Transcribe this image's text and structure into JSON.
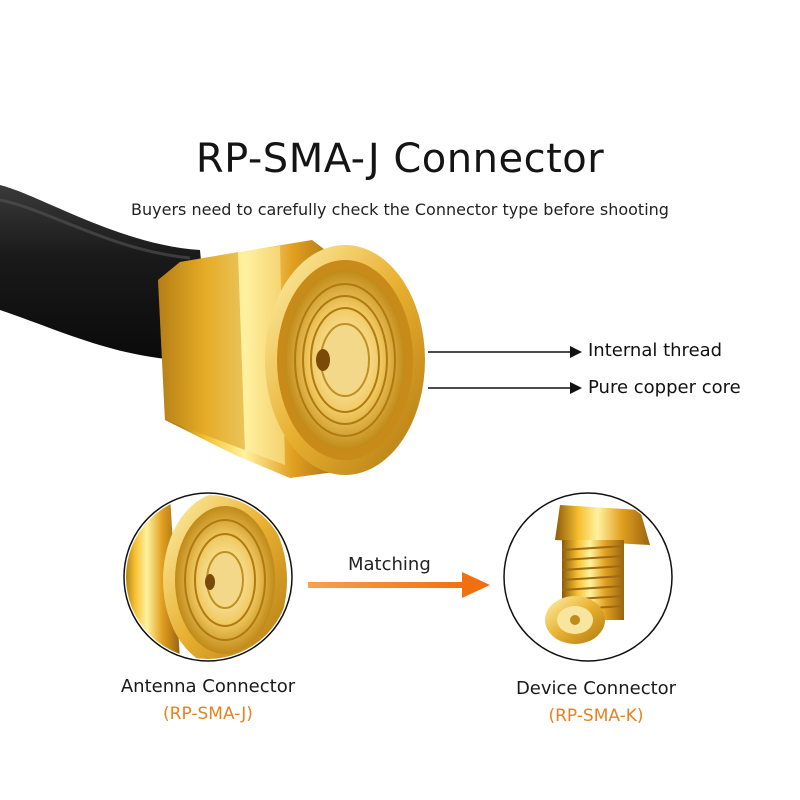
{
  "title": "RP-SMA-J  Connector",
  "subtitle": "Buyers  need to carefully check the Connector type before shooting",
  "callouts": [
    {
      "label": "Internal thread"
    },
    {
      "label": "Pure copper core"
    }
  ],
  "matching_label": "Matching",
  "antenna": {
    "label": "Antenna Connector",
    "type": "(RP-SMA-J)"
  },
  "device": {
    "label": "Device Connector",
    "type": "(RP-SMA-K)"
  },
  "colors": {
    "gold": "#e6b22e",
    "gold_dark": "#a8700c",
    "gold_light": "#fff0a8",
    "orange_arrow": "#f07c10",
    "cable": "#1c1c1c"
  }
}
